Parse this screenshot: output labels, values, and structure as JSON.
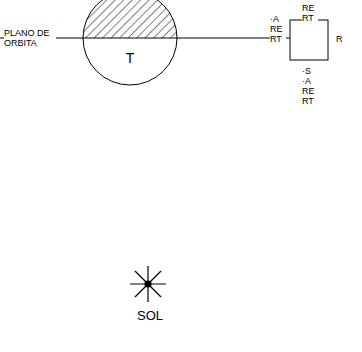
{
  "diagram": {
    "nodes": [
      {
        "text": [
          "T"
        ]
      }
    ],
    "labels": [
      "PLANO DE ORBITA",
      "RE RT",
      "·A RE RT",
      "R",
      "·S ·A RE RT",
      "SOL"
    ]
  }
}
